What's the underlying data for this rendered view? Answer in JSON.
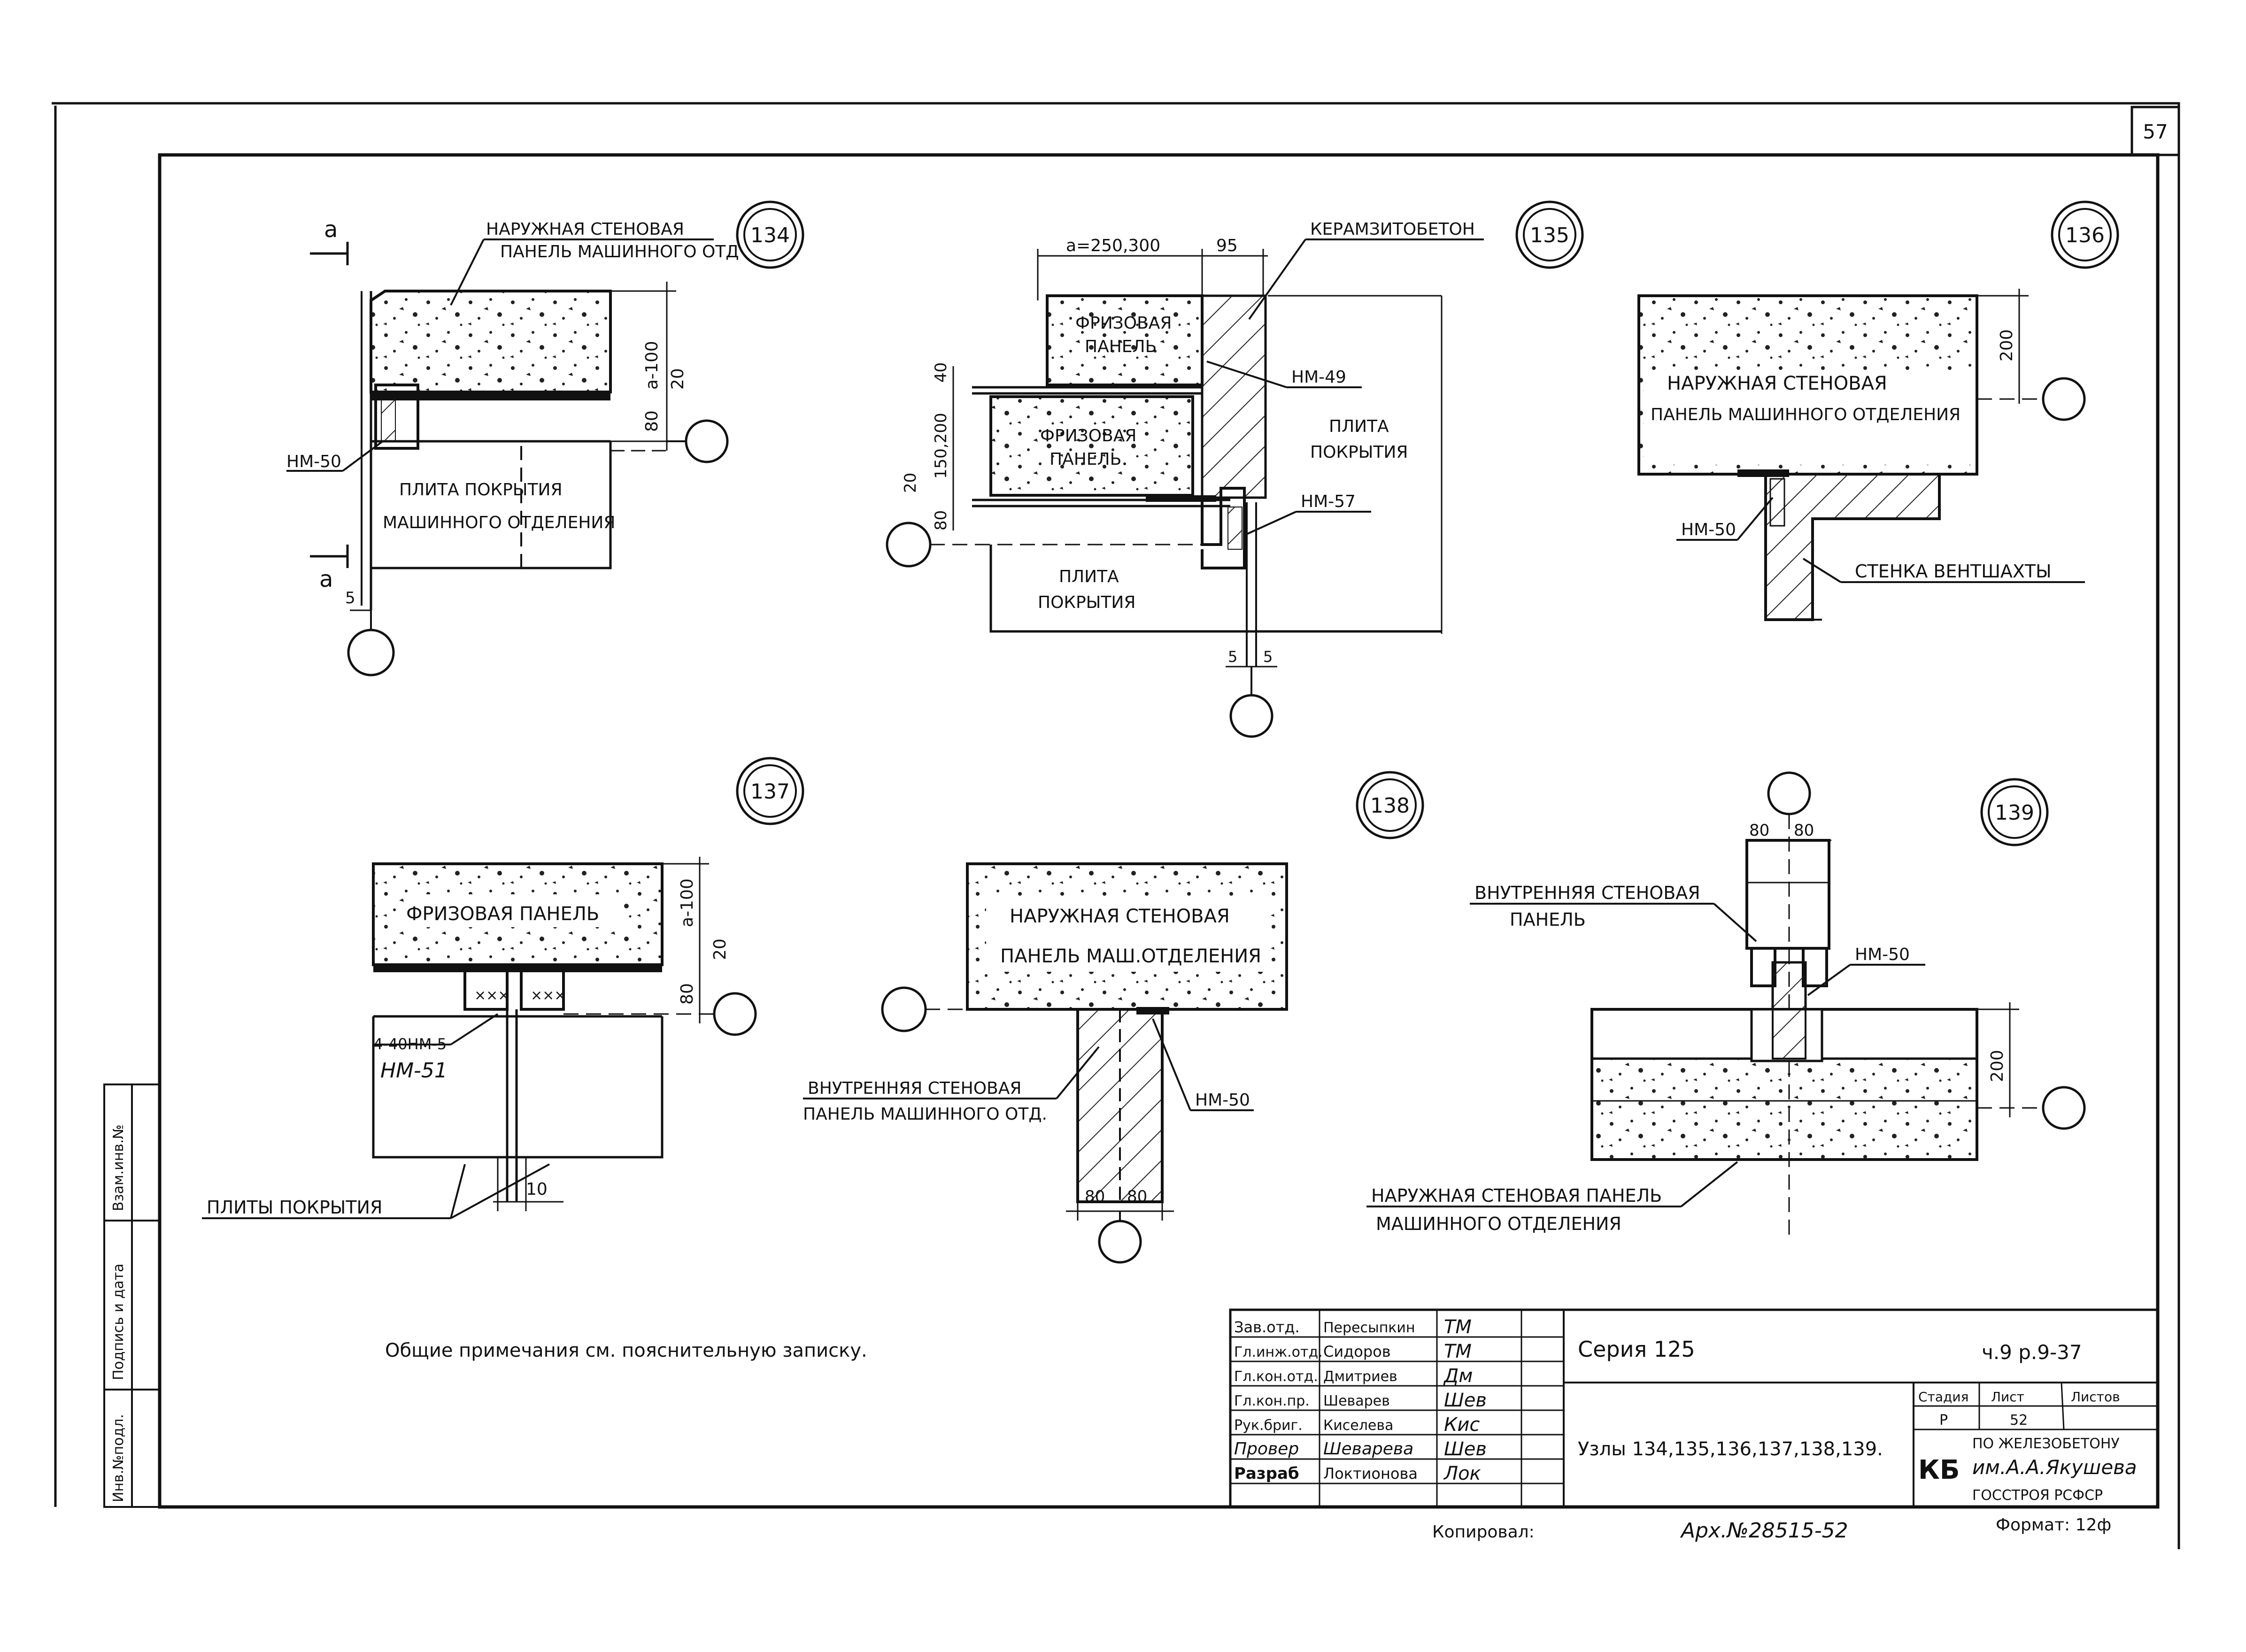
{
  "sheet_number": "57",
  "side_stamp": [
    "Инв.№подл.",
    "Подпись и дата",
    "Взам.инв.№"
  ],
  "general_note": "Общие примечания см. пояснительную записку.",
  "nodes": {
    "n134": {
      "tag": "134",
      "section_mark_top": "а",
      "section_mark_bottom": "а",
      "label_panel_l1": "НАРУЖНАЯ СТЕНОВАЯ",
      "label_panel_l2": "ПАНЕЛЬ МАШИННОГО ОТД",
      "dim_a100": "а-100",
      "dim_20": "20",
      "dim_80": "80",
      "dim_5": "5",
      "mark_nm50": "НМ-50",
      "label_slab_l1": "ПЛИТА ПОКРЫТИЯ",
      "label_slab_l2": "МАШИННОГО ОТДЕЛЕНИЯ"
    },
    "n135": {
      "tag": "135",
      "dim_top": "а=250,300",
      "dim_95": "95",
      "label_keramzit": "КЕРАМЗИТОБЕТОН",
      "label_frieze1_l1": "ФРИЗОВАЯ",
      "label_frieze1_l2": "ПАНЕЛЬ",
      "label_frieze2_l1": "ФРИЗОВАЯ",
      "label_frieze2_l2": "ПАНЕЛЬ",
      "dim_40": "40",
      "dim_150_200": "150,200",
      "dim_20": "20",
      "dim_80": "80",
      "mark_nm49": "НМ-49",
      "mark_nm57": "НМ-57",
      "label_slab_right_l1": "ПЛИТА",
      "label_slab_right_l2": "ПОКРЫТИЯ",
      "label_slab_bottom_l1": "ПЛИТА",
      "label_slab_bottom_l2": "ПОКРЫТИЯ",
      "dim_5a": "5",
      "dim_5b": "5"
    },
    "n136": {
      "tag": "136",
      "dim_200": "200",
      "label_panel_l1": "НАРУЖНАЯ СТЕНОВАЯ",
      "label_panel_l2": "ПАНЕЛЬ МАШИННОГО ОТДЕЛЕНИЯ",
      "mark_nm50": "НМ-50",
      "label_shaft": "СТЕНКА ВЕНТШАХТЫ"
    },
    "n137": {
      "tag": "137",
      "label_frieze": "ФРИЗОВАЯ ПАНЕЛЬ",
      "dim_a100": "а-100",
      "dim_20": "20",
      "dim_80": "80",
      "mark_struck": "4-40НМ-5",
      "mark_handwritten": "НМ-51",
      "label_slabs": "ПЛИТЫ ПОКРЫТИЯ",
      "dim_10": "10"
    },
    "n138": {
      "tag": "138",
      "label_panel_l1": "НАРУЖНАЯ СТЕНОВАЯ",
      "label_panel_l2": "ПАНЕЛЬ МАШ.ОТДЕЛЕНИЯ",
      "label_inner_l1": "ВНУТРЕННЯЯ СТЕНОВАЯ",
      "label_inner_l2": "ПАНЕЛЬ МАШИННОГО ОТД.",
      "mark_nm50": "НМ-50",
      "dim_80a": "80",
      "dim_80b": "80"
    },
    "n139": {
      "tag": "139",
      "dim_80a": "80",
      "dim_80b": "80",
      "label_inner_l1": "ВНУТРЕННЯЯ СТЕНОВАЯ",
      "label_inner_l2": "ПАНЕЛЬ",
      "mark_nm50": "НМ-50",
      "dim_200": "200",
      "label_outer_l1": "НАРУЖНАЯ СТЕНОВАЯ ПАНЕЛЬ",
      "label_outer_l2": "МАШИННОГО ОТДЕЛЕНИЯ"
    }
  },
  "title_block": {
    "roles": [
      "Зав.отд.",
      "Гл.инж.отд.",
      "Гл.кон.отд.",
      "Гл.кон.пр.",
      "Рук.бриг.",
      "Провер",
      "Разраб"
    ],
    "names": [
      "Пересыпкин",
      "Сидоров",
      "Дмитриев",
      "Шеварев",
      "Киселева",
      "Шеварева",
      "Локтионова"
    ],
    "signatures": [
      "ТМ",
      "ТМ",
      "Дм",
      "Шев",
      "Кис",
      "Шев",
      "Лок"
    ],
    "series": "Серия 125",
    "doc_code": "ч.9 р.9-37",
    "title": "Узлы 134,135,136,137,138,139.",
    "stage_head": "Стадия",
    "sheet_head": "Лист",
    "sheets_head": "Листов",
    "stage_val": "Р",
    "sheet_val": "52",
    "org_l1": "ПО ЖЕЛЕЗОБЕТОНУ",
    "org_l2": "им.А.А.Якушева",
    "org_l3": "ГОССТРОЯ РСФСР",
    "org_logo": "КБ",
    "copied": "Копировал:",
    "archive": "Арх.№28515-52",
    "format": "Формат: 12ф"
  }
}
